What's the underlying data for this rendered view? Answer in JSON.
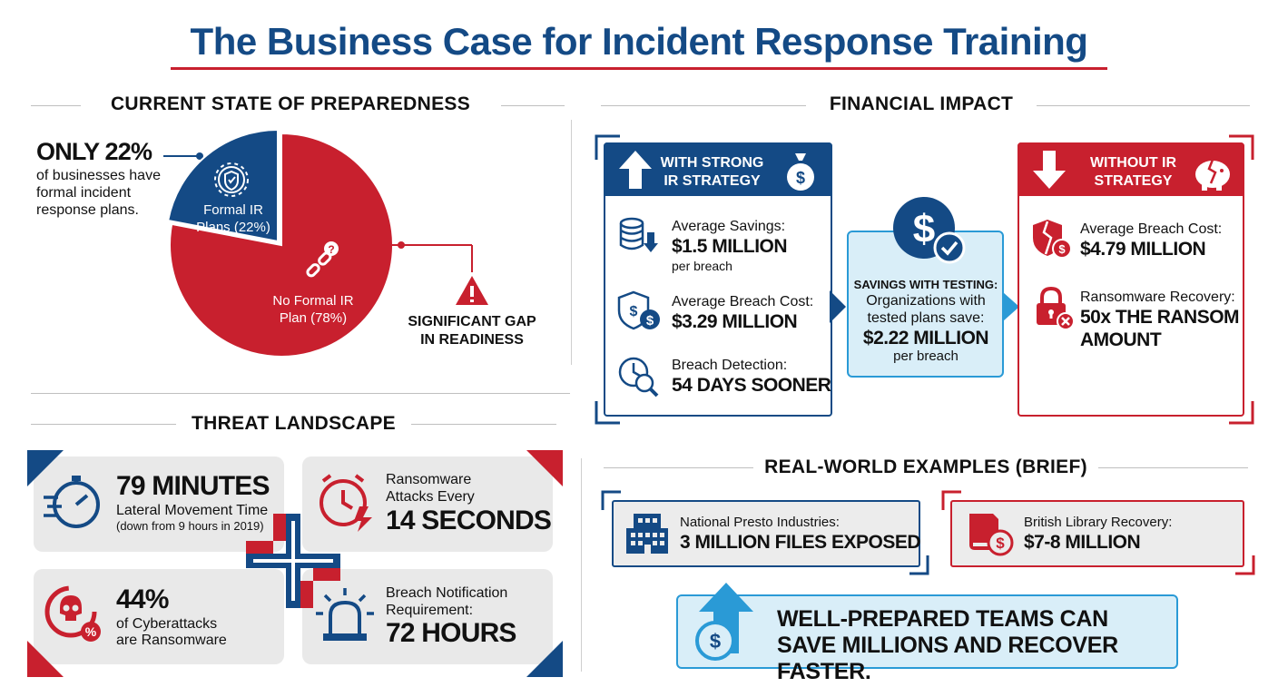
{
  "title": "The Business Case for Incident Response Training",
  "preparedness": {
    "heading": "CURRENT STATE OF PREPAREDNESS",
    "highlight": "ONLY 22%",
    "description": "of businesses have formal incident response plans.",
    "pie": {
      "slices": [
        {
          "label": "Formal IR Plans (22%)",
          "value": 22,
          "color": "#144a85"
        },
        {
          "label": "No Formal IR Plan (78%)",
          "value": 78,
          "color": "#c8202e"
        }
      ]
    },
    "gap_label": "SIGNIFICANT GAP IN READINESS"
  },
  "threat": {
    "heading": "THREAT LANDSCAPE",
    "cards": [
      {
        "big": "79 MINUTES",
        "line1": "Lateral Movement Time",
        "line2": "(down from 9 hours in 2019)",
        "icon": "stopwatch-icon"
      },
      {
        "line1": "Ransomware",
        "line2": "Attacks Every",
        "big": "14 SECONDS",
        "icon": "alarm-clock-icon"
      },
      {
        "big": "44%",
        "line1": "of Cyberattacks",
        "line2": "are Ransomware",
        "icon": "skull-icon"
      },
      {
        "line1": "Breach Notification",
        "line2": "Requirement:",
        "big": "72 HOURS",
        "icon": "siren-icon"
      }
    ]
  },
  "financial": {
    "heading": "FINANCIAL IMPACT",
    "with": {
      "header": "WITH STRONG IR STRATEGY",
      "items": [
        {
          "label": "Average Savings:",
          "value": "$1.5 MILLION",
          "sub": "per breach",
          "icon": "coins-down-icon"
        },
        {
          "label": "Average Breach Cost:",
          "value": "$3.29 MILLION",
          "icon": "shield-dollar-icon"
        },
        {
          "label": "Breach Detection:",
          "value": "54 DAYS SOONER",
          "icon": "clock-search-icon"
        }
      ]
    },
    "testing": {
      "title": "SAVINGS WITH TESTING:",
      "line1": "Organizations with",
      "line2": "tested plans save:",
      "value": "$2.22 MILLION",
      "sub": "per breach"
    },
    "without": {
      "header": "WITHOUT IR STRATEGY",
      "items": [
        {
          "label": "Average Breach Cost:",
          "value": "$4.79 MILLION",
          "icon": "broken-shield-icon"
        },
        {
          "label": "Ransomware Recovery:",
          "value": "50x THE RANSOM AMOUNT",
          "icon": "padlock-icon"
        }
      ]
    }
  },
  "examples": {
    "heading": "REAL-WORLD EXAMPLES (BRIEF)",
    "cards": [
      {
        "label": "National Presto Industries:",
        "value": "3 MILLION FILES EXPOSED",
        "icon": "building-icon"
      },
      {
        "label": "British Library Recovery:",
        "value": "$7-8 MILLION",
        "icon": "book-dollar-icon"
      }
    ],
    "banner": "WELL-PREPARED TEAMS CAN SAVE MILLIONS AND RECOVER FASTER."
  },
  "colors": {
    "navy": "#144a85",
    "red": "#c8202e",
    "light_blue": "#d9eef8",
    "accent_blue": "#2a9ad6"
  }
}
